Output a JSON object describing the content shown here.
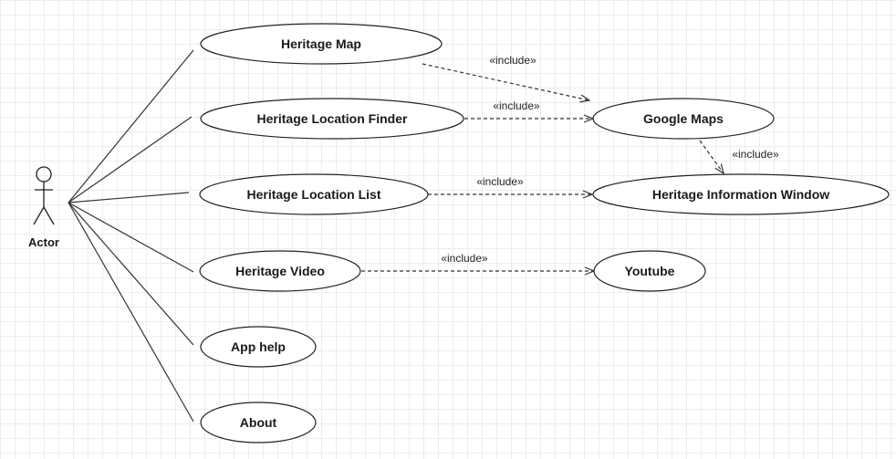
{
  "actor": {
    "label": "Actor"
  },
  "use_cases": {
    "heritage_map": "Heritage Map",
    "location_finder": "Heritage Location Finder",
    "location_list": "Heritage Location List",
    "heritage_video": "Heritage Video",
    "app_help": "App help",
    "about": "About",
    "google_maps": "Google Maps",
    "info_window": "Heritage Information Window",
    "youtube": "Youtube"
  },
  "relations": {
    "map_to_google": "«include»",
    "finder_to_google": "«include»",
    "google_to_info": "«include»",
    "list_to_info": "«include»",
    "video_to_youtube": "«include»"
  }
}
